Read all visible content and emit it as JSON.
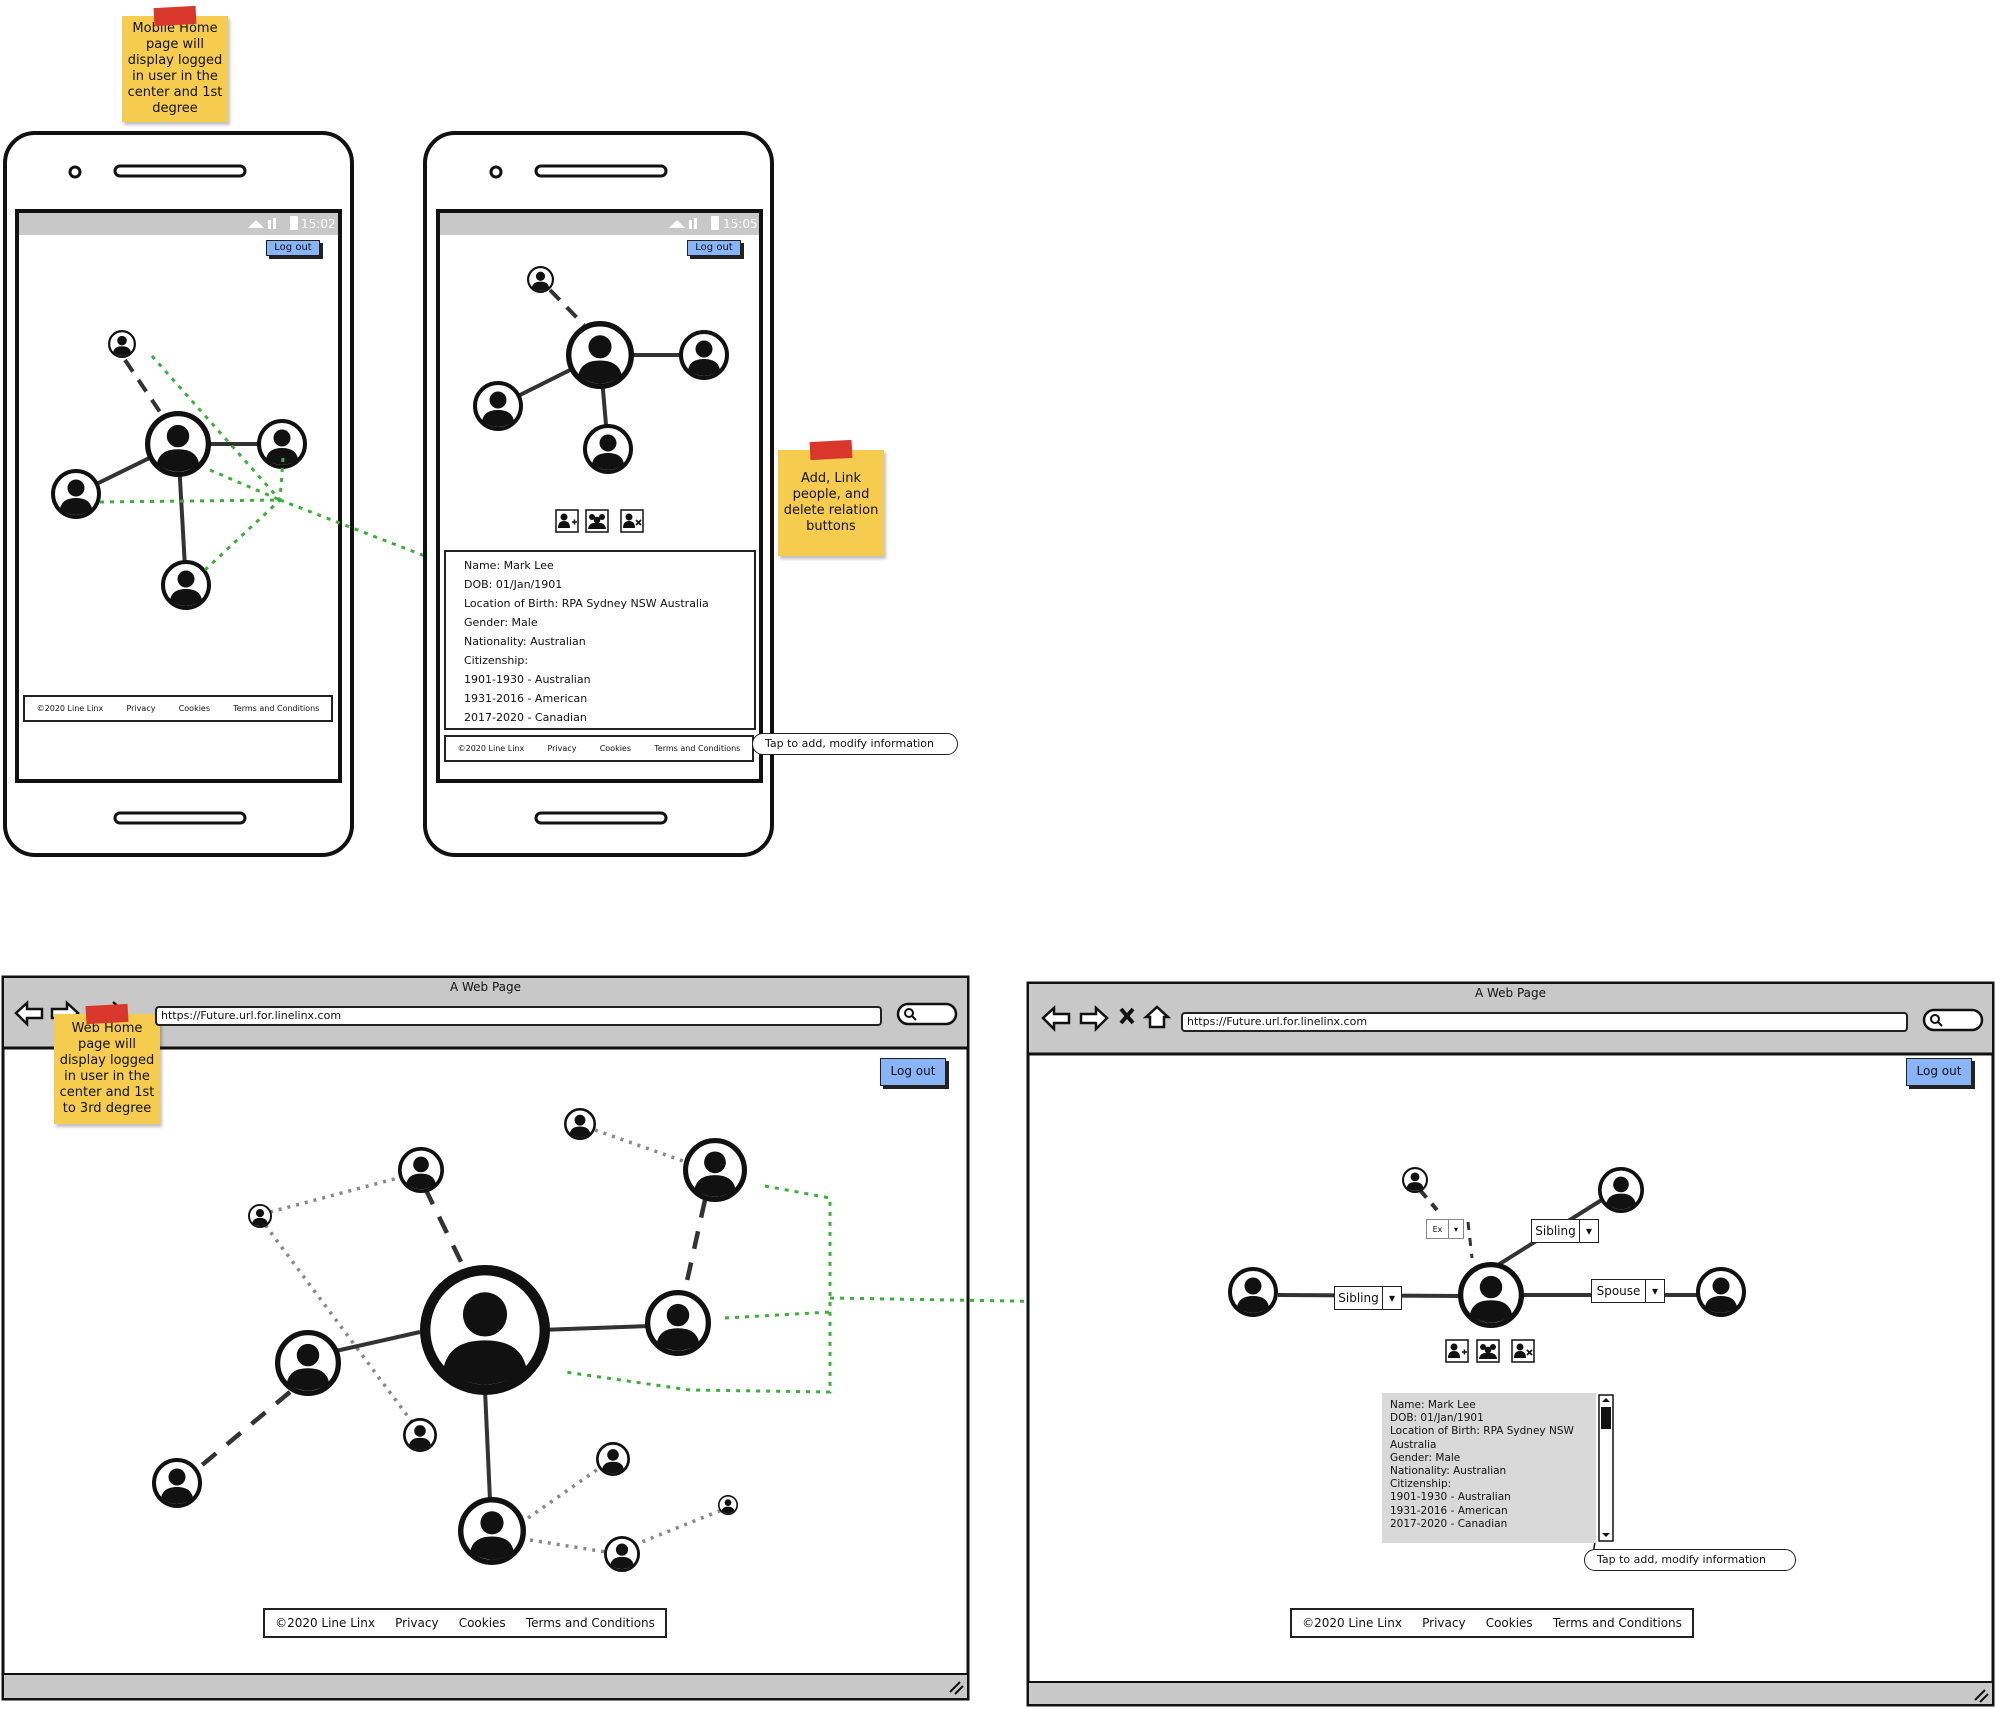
{
  "notes": {
    "mobile_home": "Mobile Home page will display logged in user in the center and 1st degree",
    "add_link_delete": "Add, Link people, and delete relation buttons",
    "web_home": "Web Home page will display logged in user in the center and 1st to 3rd degree"
  },
  "mobile": {
    "phone1": {
      "time": "15:02",
      "logout": "Log out"
    },
    "phone2": {
      "time": "15:05",
      "logout": "Log out"
    },
    "footer": {
      "copyright": "©2020 Line Linx",
      "privacy": "Privacy",
      "cookies": "Cookies",
      "terms": "Terms and Conditions"
    },
    "info": [
      "Name: Mark Lee",
      "DOB: 01/Jan/1901",
      "Location of Birth: RPA Sydney NSW Australia",
      "Gender: Male",
      "Nationality: Australian",
      "Citizenship:",
      "1901-1930 - Australian",
      "1931-2016 - American",
      "2017-2020 - Canadian"
    ],
    "tap_hint": "Tap to add, modify information"
  },
  "web": {
    "window_title": "A Web Page",
    "url": "https://Future.url.for.linelinx.com",
    "logout": "Log out",
    "footer": {
      "copyright": "©2020 Line Linx",
      "privacy": "Privacy",
      "cookies": "Cookies",
      "terms": "Terms and Conditions"
    },
    "relations": {
      "sibling": "Sibling",
      "spouse": "Spouse",
      "ex": "Ex"
    },
    "info": [
      "Name: Mark Lee",
      "DOB: 01/Jan/1901",
      "Location of Birth: RPA Sydney NSW",
      "Australia",
      "Gender: Male",
      "Nationality: Australian",
      "Citizenship:",
      "1901-1930 - Australian",
      "1931-2016 - American",
      "2017-2020 - Canadian"
    ],
    "tap_hint": "Tap to add, modify information"
  },
  "icons": {
    "person": "person-icon",
    "add": "add-person-icon",
    "link": "link-people-icon",
    "delete": "delete-person-icon",
    "plus": "plus-circle-icon",
    "back": "back-arrow-icon",
    "forward": "forward-arrow-icon",
    "stop": "stop-icon",
    "home": "home-icon",
    "search": "search-icon"
  },
  "colors": {
    "sticky": "#f5cc4e",
    "tape": "#d9372b",
    "logout": "#8ab4f8",
    "annotation": "#3ab03a",
    "chrome": "#c8c8c8",
    "info_bg": "#d9d9d9"
  }
}
